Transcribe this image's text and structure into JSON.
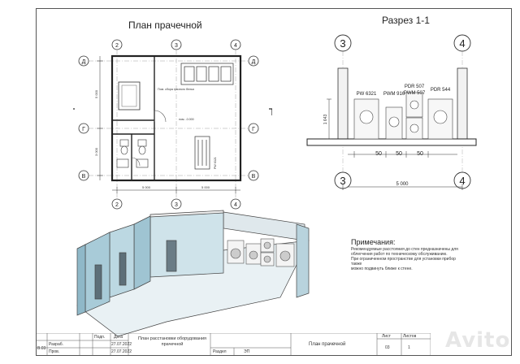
{
  "plan": {
    "title": "План прачечной",
    "axes_h": [
      "2",
      "3",
      "4"
    ],
    "axes_v": [
      "Д",
      "Г",
      "В"
    ],
    "dim_bottom": [
      "5 000",
      "5 000"
    ],
    "dim_left": [
      "5 000",
      "3 000"
    ],
    "room_label": "Пом. сбора грязного белья",
    "level": "пом. -0.000",
    "side_label": "PW 6321"
  },
  "section": {
    "title": "Разрез 1-1",
    "axes": [
      "3",
      "4"
    ],
    "equipment": [
      "PW 6321",
      "PWM 916",
      "PDR 507",
      "PWM 507",
      "PDR 544"
    ],
    "height_dim": "1 643",
    "gap_dims": [
      "50",
      "50",
      "50"
    ],
    "width_dim": "5 000"
  },
  "notes": {
    "heading": "Примечания:",
    "lines": [
      "Рекомендуемые расстояния до стен предназначены для",
      "облегчения работ по техническому обслуживанию.",
      "При ограниченном пространстве для установки прибор также",
      "можно подвинуть ближе к стене."
    ]
  },
  "title_block": {
    "code": "В.03",
    "rows": [
      "Разраб.",
      "Пров."
    ],
    "sign_header": "Подп.",
    "date_header": "Дата",
    "dates": [
      "27.07.2022",
      "27.07.2022"
    ],
    "project_name": "План расстановки оборудования прачечной",
    "sheet_name": "План прачечной",
    "stage_header": "Раздел",
    "stage": "ЭП",
    "list_header": "Лист",
    "lists_header": "Листов",
    "list": "03",
    "lists": "1"
  },
  "watermark": "Avito"
}
